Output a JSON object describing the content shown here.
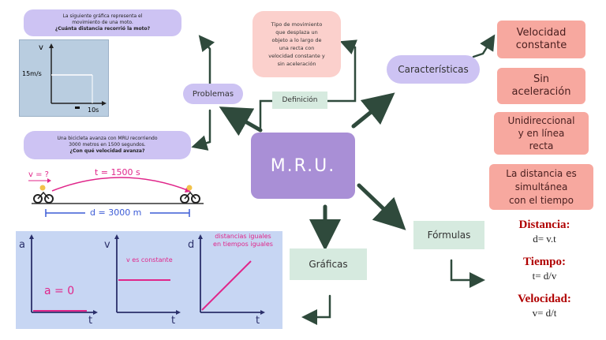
{
  "center": {
    "title": "M.R.U."
  },
  "problems": {
    "label": "Problemas",
    "problem1": {
      "line1": "La siguiente gráfica representa el",
      "line2": "movimiento de una moto.",
      "line3": "¿Cuánta distancia recorrió la moto?"
    },
    "moto_graph": {
      "v_label": "v",
      "value_label": "15m/s",
      "t_label": "10s"
    },
    "problem2": {
      "line1": "Una bicicleta avanza con MRU recorriendo",
      "line2": "3000 metros en 1500 segundos.",
      "line3": "¿Con qué velocidad avanza?"
    },
    "bike": {
      "v_label": "v = ?",
      "t_label": "t = 1500 s",
      "d_label": "d = 3000 m"
    }
  },
  "definition": {
    "label": "Definición",
    "text": [
      "Tipo de movimiento",
      "que desplaza un",
      "objeto a lo largo de",
      "una recta con",
      "velocidad constante y",
      "sin aceleración"
    ]
  },
  "characteristics": {
    "label": "Características",
    "items": [
      {
        "lines": [
          "Velocidad",
          "constante"
        ]
      },
      {
        "lines": [
          "Sin",
          "aceleración"
        ]
      },
      {
        "lines": [
          "Unidireccional",
          "y en línea",
          "recta"
        ]
      },
      {
        "lines": [
          "La distancia es",
          "simultánea",
          "con el tiempo"
        ]
      }
    ]
  },
  "formulas": {
    "label": "Fórmulas",
    "items": [
      {
        "name": "Distancia:",
        "formula": "d= v.t"
      },
      {
        "name": "Tiempo:",
        "formula": "t= d/v"
      },
      {
        "name": "Velocidad:",
        "formula": "v= d/t"
      }
    ]
  },
  "graphs": {
    "label": "Gráficas",
    "panel": {
      "a_axis": "a",
      "a_t": "t",
      "a_value": "a = 0",
      "v_axis": "v",
      "v_t": "t",
      "v_caption": "v es constante",
      "d_axis": "d",
      "d_t": "t",
      "d_caption1": "distancias iguales",
      "d_caption2": "en tiempos iguales"
    }
  },
  "colors": {
    "lavender": "#cdc3f3",
    "center": "#a98fd6",
    "salmon": "#f7a89f",
    "pink": "#fbd0cc",
    "mint": "#d6eadf",
    "magenta": "#e0268a",
    "red": "#b00000",
    "panel_blue": "#c7d6f3",
    "graph_bg": "#b9cde0"
  }
}
